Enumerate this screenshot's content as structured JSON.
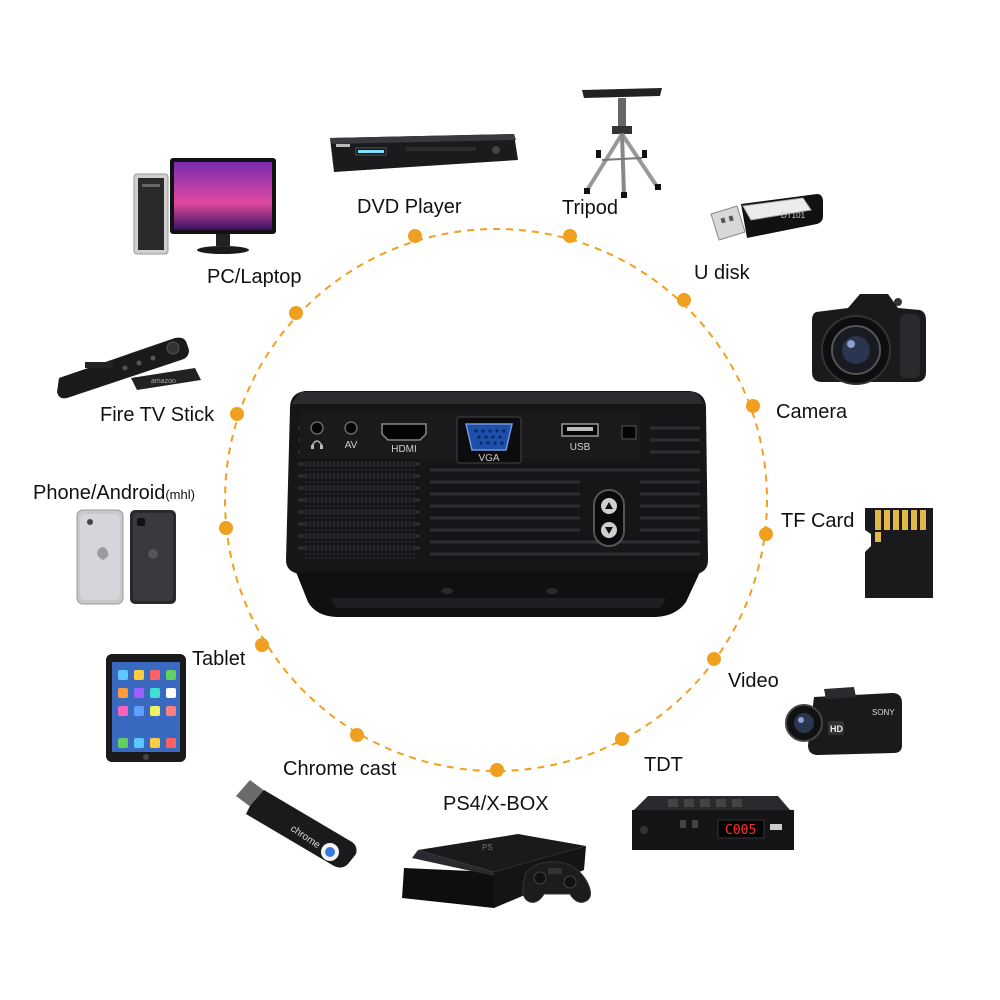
{
  "colors": {
    "ring": "#f0a020",
    "device_dark": "#1c1c1e",
    "background": "#ffffff"
  },
  "labels": {
    "dvd_player": "DVD Player",
    "tripod": "Tripod",
    "pc_laptop": "PC/Laptop",
    "u_disk": "U disk",
    "fire_tv_stick": "Fire TV Stick",
    "camera": "Camera",
    "phone_android": "Phone/Android",
    "phone_android_suffix": "(mhl)",
    "tf_card": "TF Card",
    "tablet": "Tablet",
    "video": "Video",
    "chrome_cast": "Chrome cast",
    "tdt": "TDT",
    "ps4_xbox": "PS4/X-BOX"
  },
  "ports": {
    "av": "AV",
    "hdmi": "HDMI",
    "vga": "VGA",
    "usb": "USB"
  },
  "device_text": {
    "tdt_display": "C005",
    "chromecast_brand": "chrome",
    "camcorder_brand": "SONY",
    "camcorder_badge": "HD",
    "firetv_brand": "amazon",
    "usb_brand": "DT101"
  }
}
